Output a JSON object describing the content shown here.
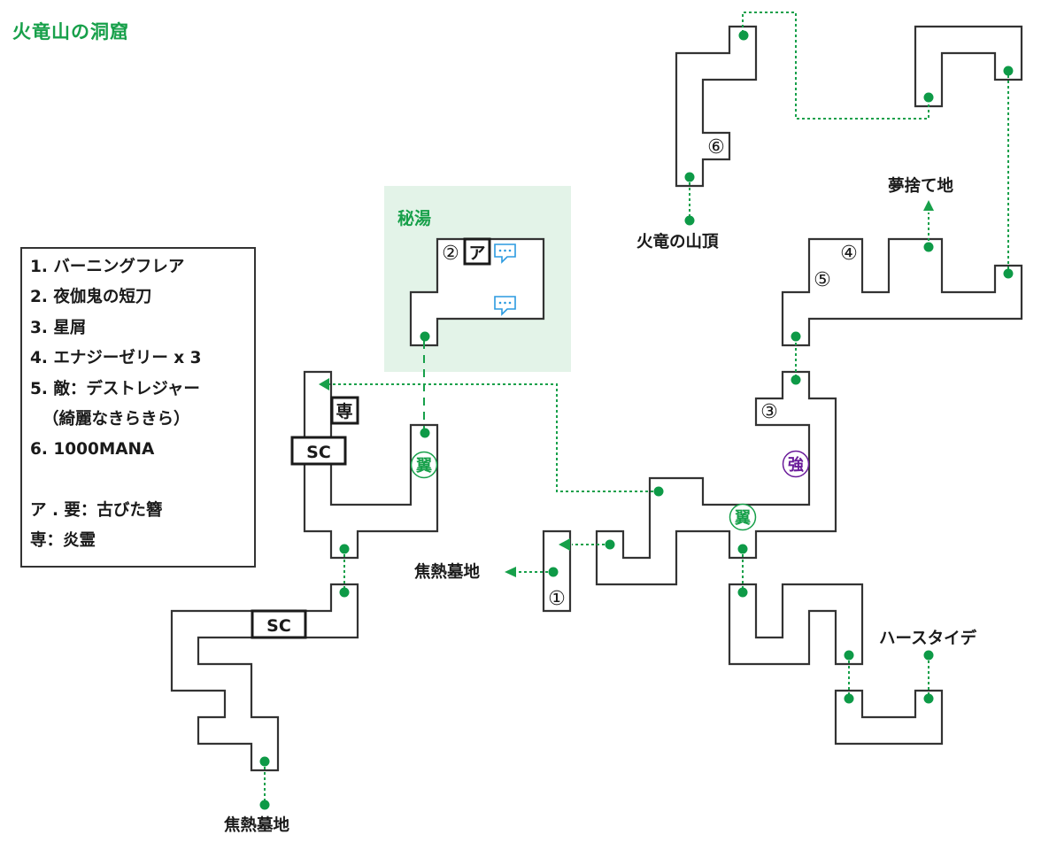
{
  "title": "火竜山の洞窟",
  "colors": {
    "accent": "#17a04a",
    "wall": "#333333",
    "region_fill": "#e3f3e8",
    "chat_icon": "#2b9ae0",
    "strong_icon": "#6a1b9a"
  },
  "region": {
    "label": "秘湯"
  },
  "legend": {
    "items": [
      "1. バーニングフレア",
      "2. 夜伽鬼の短刀",
      "3. 星屑",
      "4. エナジーゼリー x 3",
      "5. 敵：デストレジャー",
      "（綺麗なきらきら）",
      "6. 1000MANA"
    ],
    "notes": [
      "ア . 要：古びた簪",
      "専：炎霊"
    ]
  },
  "exits": {
    "summit": "火竜の山頂",
    "dream": "夢捨て地",
    "tomb_mid": "焦熱墓地",
    "tomb_bottom": "焦熱墓地",
    "hastaide": "ハースタイデ"
  },
  "markers": {
    "n1": "①",
    "n2": "②",
    "n3": "③",
    "n4": "④",
    "n5": "⑤",
    "n6": "⑥",
    "a": "ア",
    "sen": "専",
    "sc": "SC",
    "wing": "翼",
    "strong": "強"
  }
}
